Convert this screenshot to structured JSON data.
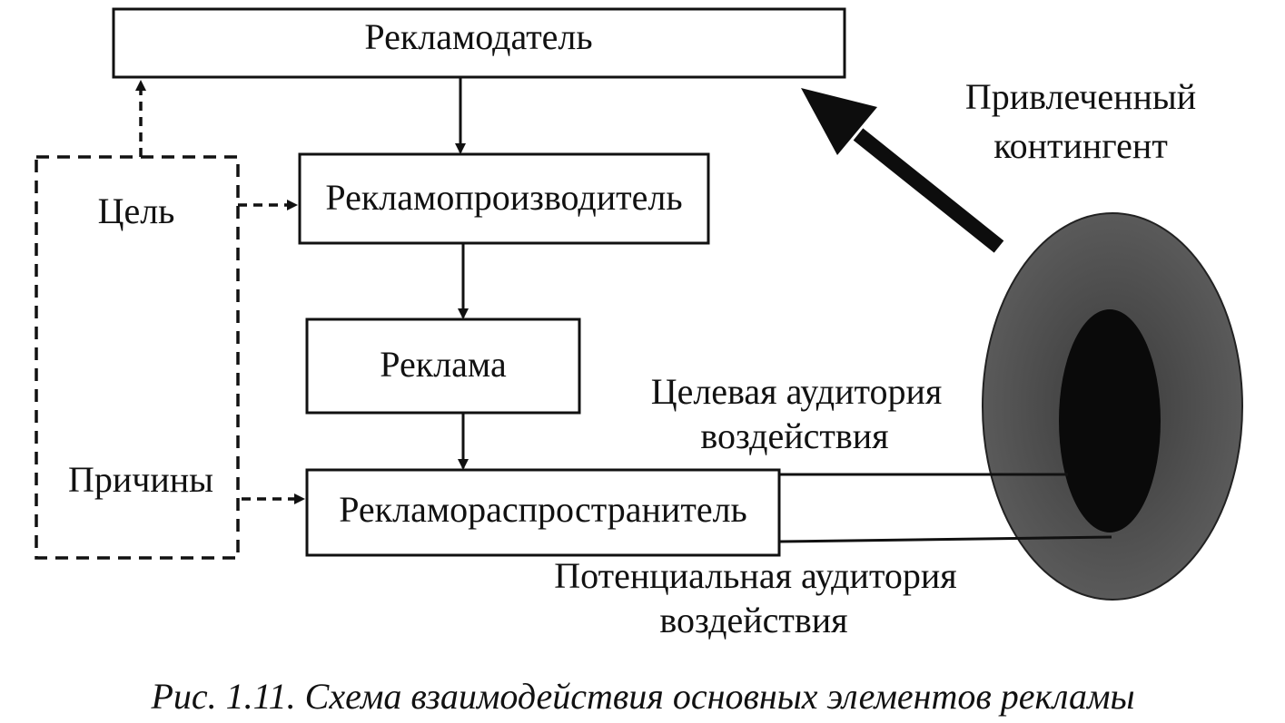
{
  "nodes": {
    "advertiser": "Рекламодатель",
    "producer": "Рекламопроизводитель",
    "advertisement": "Реклама",
    "distributor": "Рекламораспространитель"
  },
  "factors": {
    "goal": "Цель",
    "reasons": "Причины"
  },
  "annotations": {
    "attracted_line1": "Привлеченный",
    "attracted_line2": "контингент",
    "target_line1": "Целевая аудитория",
    "target_line2": "воздействия",
    "potential_line1": "Потенциальная аудитория",
    "potential_line2": "воздействия"
  },
  "caption": "Рис. 1.11. Схема взаимодействия основных элементов рекламы",
  "colors": {
    "ink": "#111111",
    "outer_ring": "#555555",
    "inner_core": "#0a0a0a"
  }
}
